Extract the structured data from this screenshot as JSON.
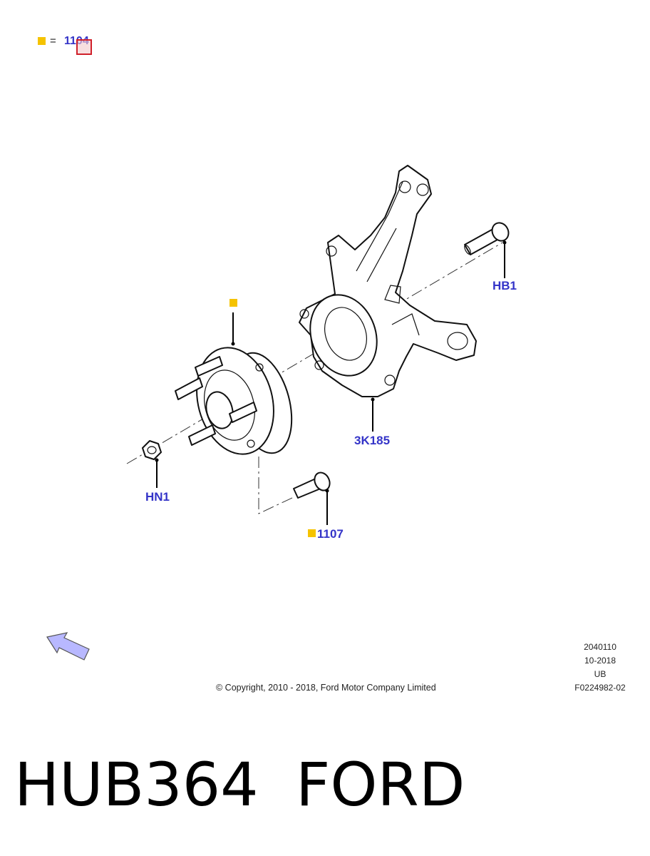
{
  "legend": {
    "equals": "=",
    "ref": "1104"
  },
  "callouts": {
    "hb1": "HB1",
    "k185": "3K185",
    "hn1": "HN1",
    "b1107": "1107"
  },
  "footer": {
    "copyright": "© Copyright, 2010 - 2018, Ford Motor Company Limited",
    "code": "2040110",
    "date": "10-2018",
    "region": "UB",
    "figure": "F0224982-02"
  },
  "caption": {
    "part": "HUB364",
    "brand": "FORD"
  },
  "colors": {
    "marker": "#f5c300",
    "label": "#3434c8",
    "highlight": "#d0202a",
    "arrow": "#b8b8ff"
  },
  "icons": {
    "direction": "direction-arrow-icon",
    "marker": "marker-square-icon"
  }
}
